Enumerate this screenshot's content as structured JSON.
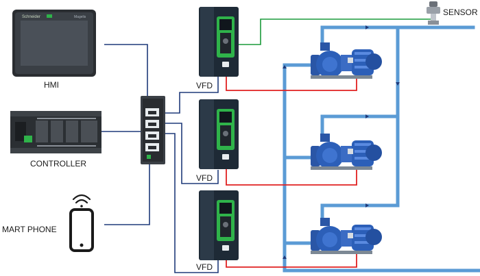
{
  "labels": {
    "hmi": "HMI",
    "controller": "CONTROLLER",
    "phone": "MART PHONE",
    "sensor": "SENSOR",
    "vfd1": "VFD",
    "vfd2": "VFD",
    "vfd3": "VFD"
  },
  "branding": {
    "hmi_logo": "Schneider",
    "hmi_model": "Magelis"
  },
  "colors": {
    "network_line": "#1f3a7a",
    "signal_line": "#e02020",
    "sensor_line": "#1a9a3a",
    "pipe": "#5b9bd5",
    "pump_body": "#2c5fb8",
    "vfd_body": "#1e2a36",
    "vfd_accent": "#2fb34a"
  }
}
